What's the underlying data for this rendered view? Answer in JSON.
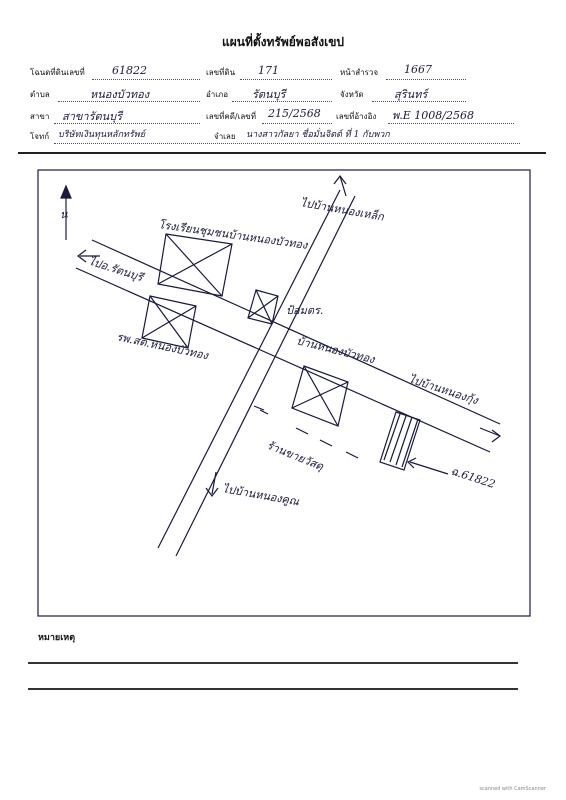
{
  "title": "แผนที่ตั้งทรัพย์พอสังเขป",
  "fields": {
    "deed_label": "โฉนดที่ดินเลขที่",
    "deed_value": "61822",
    "land_no_label": "เลขที่ดิน",
    "land_no_value": "171",
    "survey_page_label": "หน้าสำรวจ",
    "survey_page_value": "1667",
    "subdistrict_label": "ตำบล",
    "subdistrict_value": "หนองบัวทอง",
    "district_label": "อำเภอ",
    "district_value": "รัตนบุรี",
    "province_label": "จังหวัด",
    "province_value": "สุรินทร์",
    "branch_label": "สาขา",
    "branch_value": "สาขารัตนบุรี",
    "collateral_no_label": "เลขที่คดี/เลขที่",
    "collateral_no_value": "215/2568",
    "record_no_label": "เลขที่อ้างอิง",
    "record_no_value": "พ.E 1008/2568",
    "debtor_label": "โจทก์",
    "debtor_value": "บริษัทเงินทุนหลักทรัพย์",
    "defendant_label": "จำเลย",
    "defendant_value": "นางสาวกัลยา ชื่อมั่นจิตต์ ที่ 1 กับพวก"
  },
  "map": {
    "north_label": "น",
    "labels": {
      "school": "โรงเรียนชุมชนบ้านหนองบัวทอง",
      "to_village_north": "ไปบ้านหนองเหล็ก",
      "to_ratanaburi": "ไปอ.รัตนบุรี",
      "post": "ป้อมตร.",
      "hospital": "รพ.สต.หนองบัวทอง",
      "village": "บ้านหนองบัวทอง",
      "to_village_east": "ไปบ้านหนองกุ้ง",
      "shop": "ร้านขายวัสดุ",
      "to_village_south": "ไปบ้านหนองคูณ",
      "parcel": "ฉ.61822"
    }
  },
  "notes_label": "หมายเหตุ",
  "footer": "scanned with CamScanner"
}
